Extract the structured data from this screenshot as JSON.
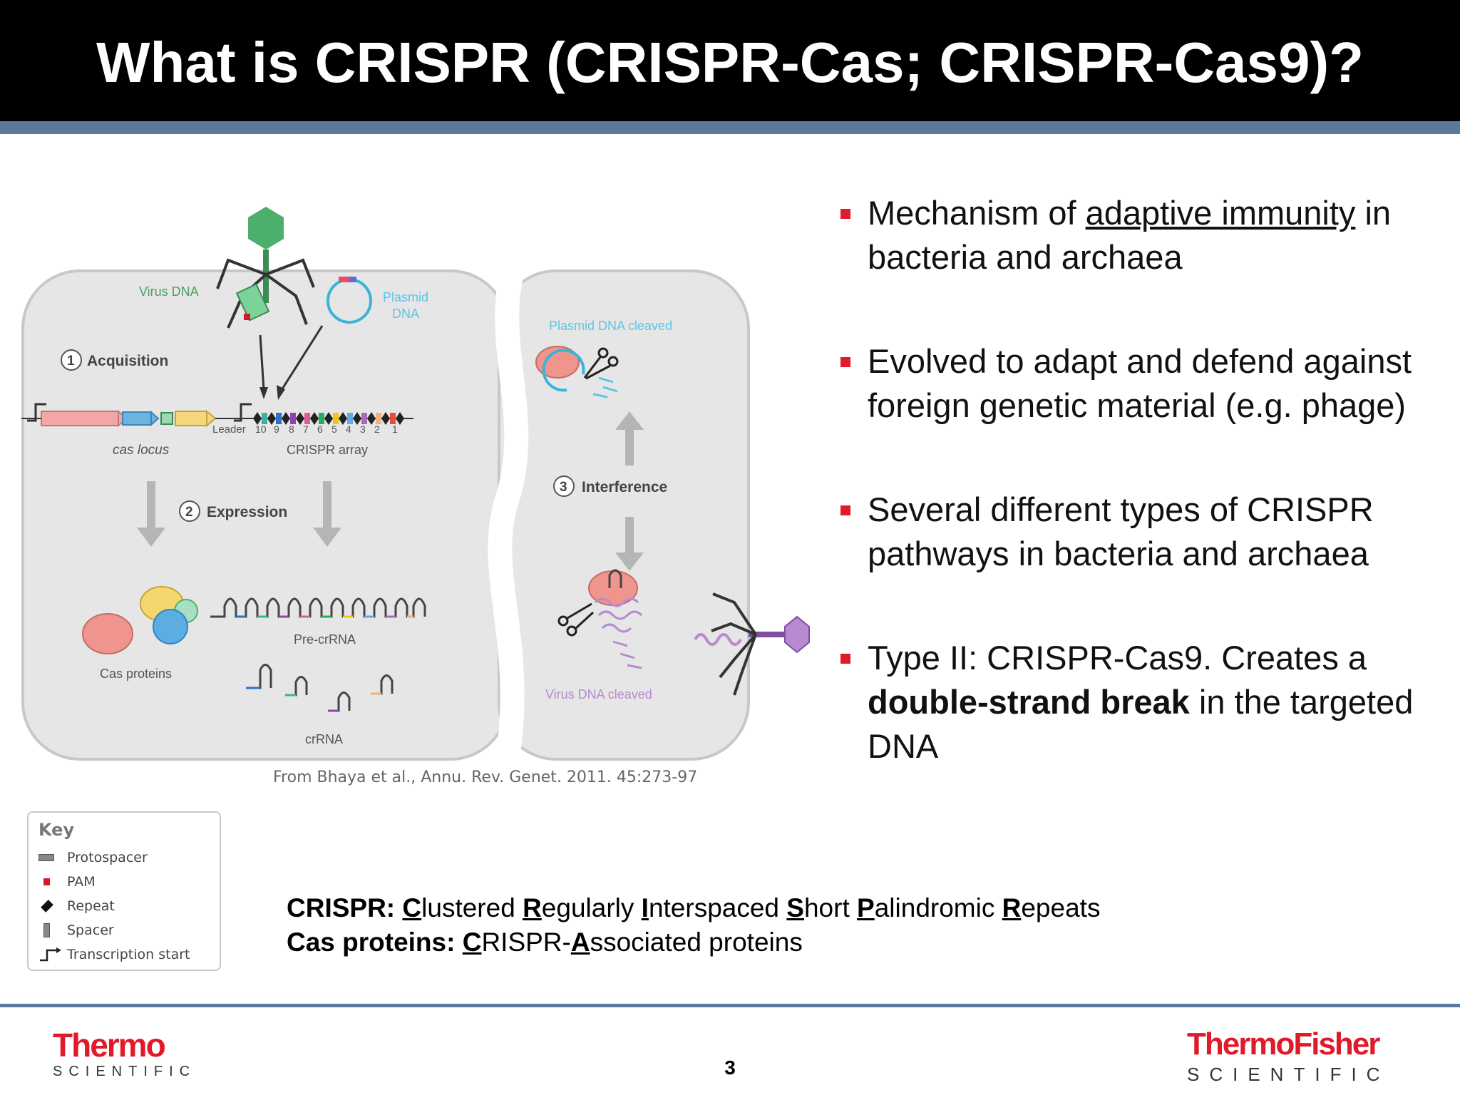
{
  "slide": {
    "title": "What is CRISPR (CRISPR-Cas; CRISPR-Cas9)?",
    "page_number": "3"
  },
  "figure": {
    "labels": {
      "virus_dna": "Virus DNA",
      "plasmid_dna_1": "Plasmid",
      "plasmid_dna_2": "DNA",
      "acquisition": "Acquisition",
      "expression": "Expression",
      "interference": "Interference",
      "leader": "Leader",
      "cas_locus": "cas locus",
      "crispr_array": "CRISPR array",
      "cas_proteins": "Cas proteins",
      "pre_crrna": "Pre-crRNA",
      "crrna": "crRNA",
      "plasmid_cleaved": "Plasmid DNA cleaved",
      "virus_cleaved": "Virus DNA cleaved",
      "step1": "1",
      "step2": "2",
      "step3": "3"
    },
    "spacer_numbers": [
      "10",
      "9",
      "8",
      "7",
      "6",
      "5",
      "4",
      "3",
      "2",
      "1"
    ],
    "citation": "From Bhaya et al., Annu. Rev. Genet. 2011. 45:273-97"
  },
  "key": {
    "title": "Key",
    "items": [
      {
        "label": "Protospacer",
        "symbol": "protospacer-icon"
      },
      {
        "label": "PAM",
        "symbol": "pam-icon"
      },
      {
        "label": "Repeat",
        "symbol": "repeat-icon"
      },
      {
        "label": "Spacer",
        "symbol": "spacer-icon"
      },
      {
        "label": "Transcription start",
        "symbol": "transcription-start-icon"
      }
    ]
  },
  "bullets": [
    {
      "pre": "Mechanism of ",
      "u": "adaptive immunity",
      "post": " in bacteria and archaea"
    },
    {
      "text": "Evolved to adapt and defend against foreign genetic material (e.g. phage)"
    },
    {
      "text": "Several different types of CRISPR pathways in bacteria and archaea"
    },
    {
      "pre": "Type II: CRISPR-Cas9. Creates a ",
      "b": "double-strand break",
      "post": " in the targeted DNA"
    }
  ],
  "definitions": {
    "crispr_label": "CRISPR:",
    "crispr_parts": [
      {
        "u": "C",
        "t": "lustered "
      },
      {
        "u": "R",
        "t": "egularly "
      },
      {
        "u": "I",
        "t": "nterspaced "
      },
      {
        "u": "S",
        "t": "hort "
      },
      {
        "u": "P",
        "t": "alindromic "
      },
      {
        "u": "R",
        "t": "epeats"
      }
    ],
    "cas_label": "Cas proteins:",
    "cas_parts": [
      {
        "u": "C",
        "t": "RISPR-"
      },
      {
        "u": "A",
        "t": "ssociated proteins"
      }
    ]
  },
  "logos": {
    "left_word": "Thermo",
    "left_sub": "SCIENTIFIC",
    "right_word": "ThermoFisher",
    "right_sub": "SCIENTIFIC"
  },
  "colors": {
    "accent_red": "#e11a2a",
    "stripe_blue": "#5b7a9b"
  }
}
